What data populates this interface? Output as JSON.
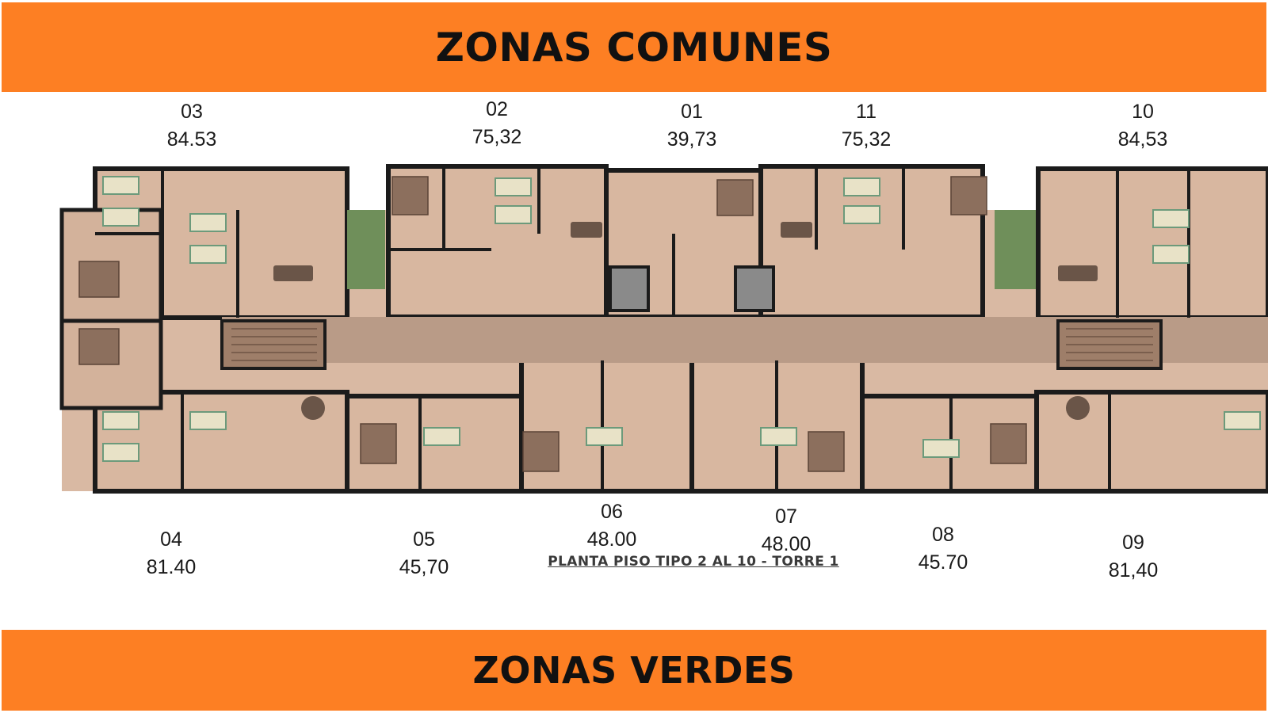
{
  "header": {
    "title": "ZONAS COMUNES"
  },
  "footer": {
    "title": "ZONAS VERDES"
  },
  "plan_caption": "PLANTA PISO TIPO 2 AL 10 - TORRE 1",
  "colors": {
    "banner": "#FD7F23",
    "floor": "#D9B9A3",
    "corridor": "#B99B87",
    "wall": "#1b1b1b"
  },
  "units": [
    {
      "id": "03",
      "area": "84.53"
    },
    {
      "id": "02",
      "area": "75,32"
    },
    {
      "id": "01",
      "area": "39,73"
    },
    {
      "id": "11",
      "area": "75,32"
    },
    {
      "id": "10",
      "area": "84,53"
    },
    {
      "id": "04",
      "area": "81.40"
    },
    {
      "id": "05",
      "area": "45,70"
    },
    {
      "id": "06",
      "area": "48.00"
    },
    {
      "id": "07",
      "area": "48.00"
    },
    {
      "id": "08",
      "area": "45.70"
    },
    {
      "id": "09",
      "area": "81,40"
    }
  ]
}
